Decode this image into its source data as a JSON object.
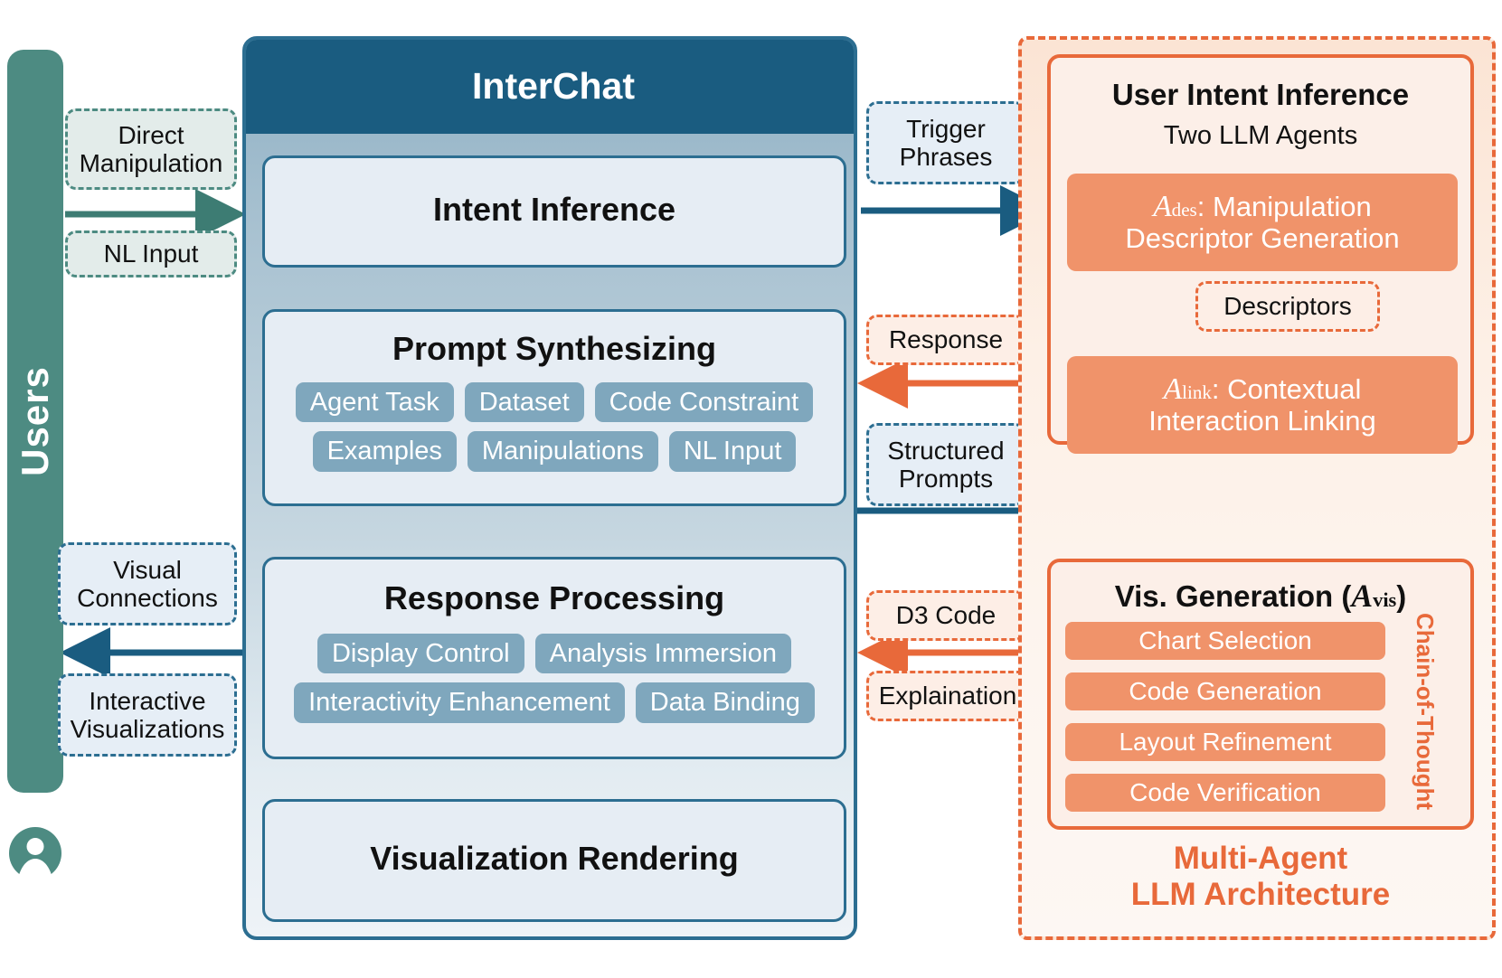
{
  "users": {
    "label": "Users",
    "avatar_icon": "user-avatar-icon",
    "color": "#4d8b82",
    "inputs": [
      {
        "label": "Direct\nManipulation",
        "line1": "Direct",
        "line2": "Manipulation"
      },
      {
        "label": "NL Input",
        "line1": "NL Input",
        "line2": ""
      }
    ],
    "outputs": [
      {
        "line1": "Visual",
        "line2": "Connections"
      },
      {
        "line1": "Interactive",
        "line2": "Visualizations"
      }
    ]
  },
  "interchat": {
    "title": "InterChat",
    "header_color": "#1a5c80",
    "border_color": "#2c6e91",
    "stages": [
      {
        "id": "intent-inference",
        "title": "Intent Inference",
        "tags": []
      },
      {
        "id": "prompt-synthesizing",
        "title": "Prompt Synthesizing",
        "tags_row1": [
          "Agent Task",
          "Dataset",
          "Code Constraint"
        ],
        "tags_row2": [
          "Examples",
          "Manipulations",
          "NL Input"
        ]
      },
      {
        "id": "response-processing",
        "title": "Response Processing",
        "tags_row1": [
          "Display Control",
          "Analysis Immersion"
        ],
        "tags_row2": [
          "Interactivity Enhancement",
          "Data Binding"
        ]
      },
      {
        "id": "visualization-rendering",
        "title": "Visualization Rendering",
        "tags": []
      }
    ]
  },
  "connectors": [
    {
      "id": "trigger-phrases",
      "line1": "Trigger",
      "line2": "Phrases",
      "style": "blue"
    },
    {
      "id": "response",
      "line1": "Response",
      "line2": "",
      "style": "orange"
    },
    {
      "id": "structured-prompts",
      "line1": "Structured",
      "line2": "Prompts",
      "style": "blue"
    },
    {
      "id": "d3-code",
      "line1": "D3 Code",
      "line2": "",
      "style": "orange"
    },
    {
      "id": "explanation",
      "line1": "Explaination",
      "line2": "",
      "style": "orange"
    }
  ],
  "agents": {
    "region_caption_line1": "Multi-Agent",
    "region_caption_line2": "LLM Architecture",
    "accent_color": "#e8693a",
    "intent": {
      "title": "User Intent Inference",
      "subtitle": "Two LLM Agents",
      "agent_des": {
        "symbol": "A",
        "subscript": "des",
        "line1": ": Manipulation",
        "line2": "Descriptor Generation"
      },
      "descriptors_label": "Descriptors",
      "agent_link": {
        "symbol": "A",
        "subscript": "link",
        "line1": ": Contextual",
        "line2": "Interaction Linking"
      }
    },
    "vis": {
      "title_prefix": "Vis. Generation (",
      "symbol": "A",
      "subscript": "vis",
      "title_suffix": ")",
      "steps": [
        "Chart Selection",
        "Code Generation",
        "Layout Refinement",
        "Code Verification"
      ],
      "cot_label": "Chain-of-Thought"
    }
  }
}
